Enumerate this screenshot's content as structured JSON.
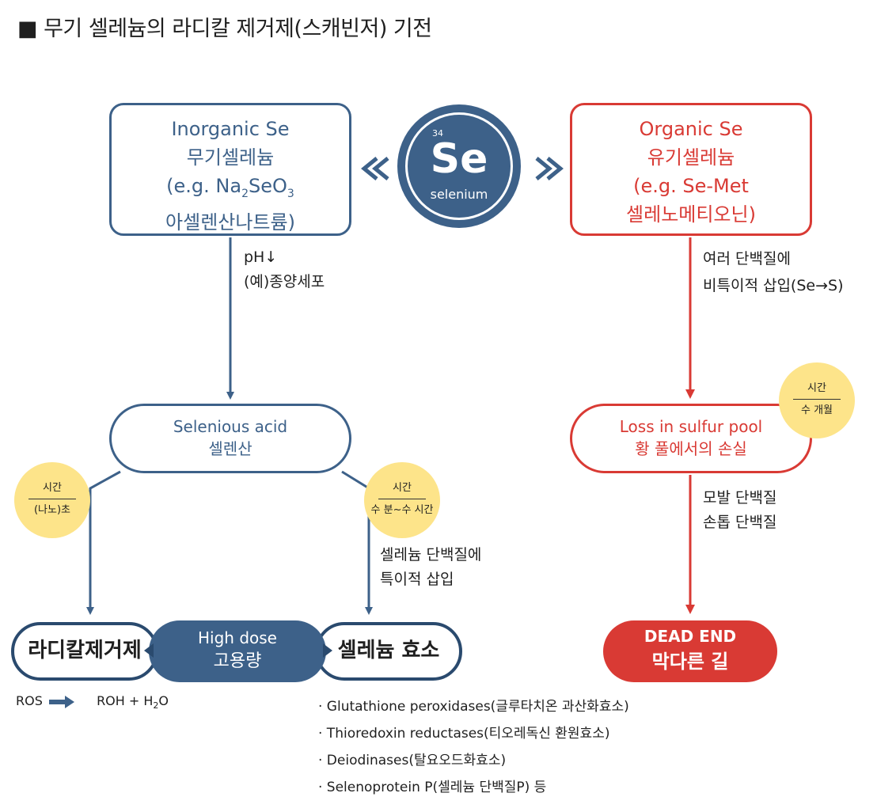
{
  "title": "■ 무기 셀레늄의 라디칼 제거제(스캐빈저) 기전",
  "element": {
    "number": "34",
    "symbol": "Se",
    "name": "selenium"
  },
  "inorganic": {
    "en": "Inorganic Se",
    "ko": "무기셀레늄",
    "eg_prefix": "(e.g. Na",
    "eg_sub1": "2",
    "eg_mid": "SeO",
    "eg_sub2": "3",
    "ko_name": "아셀렌산나트륨)"
  },
  "organic": {
    "en": "Organic Se",
    "ko": "유기셀레늄",
    "eg": "(e.g. Se-Met",
    "ko_name": "셀레노메티오닌)"
  },
  "left_arrow_label": {
    "line1": "pH↓",
    "line2": "(예)종양세포"
  },
  "right_arrow_label": {
    "line1": "여러 단백질에",
    "line2": "비특이적 삽입(Se→S)"
  },
  "selenious": {
    "en": "Selenious acid",
    "ko": "셀렌산"
  },
  "loss": {
    "en": "Loss in sulfur pool",
    "ko": "황 풀에서의 손실"
  },
  "badges": [
    {
      "label": "시간",
      "value": "(나노)초"
    },
    {
      "label": "시간",
      "value": "수 분~수 시간"
    },
    {
      "label": "시간",
      "value": "수 개월"
    }
  ],
  "selenoprotein_label": {
    "line1": "셀레늄 단백질에",
    "line2": "특이적 삽입"
  },
  "hair_label": {
    "line1": "모발 단백질",
    "line2": "손톱 단백질"
  },
  "radical": "라디칼제거제",
  "high_dose": {
    "en": "High dose",
    "ko": "고용량"
  },
  "enzyme": "셀레늄 효소",
  "dead_end": {
    "en": "DEAD END",
    "ko": "막다른 길"
  },
  "ros": {
    "left": "ROS",
    "right": "ROH + H",
    "sub": "2",
    "end": "O"
  },
  "enzymes": [
    "· Glutathione peroxidases(글루타치온 과산화효소)",
    "· Thioredoxin reductases(티오레독신 환원효소)",
    "· Deiodinases(탈요오드화효소)",
    "· Selenoprotein P(셀레늄 단백질P) 등"
  ],
  "colors": {
    "blue": "#3d6189",
    "red": "#d93a34",
    "navy": "#2a4a6e",
    "yellow": "#fde48a"
  }
}
